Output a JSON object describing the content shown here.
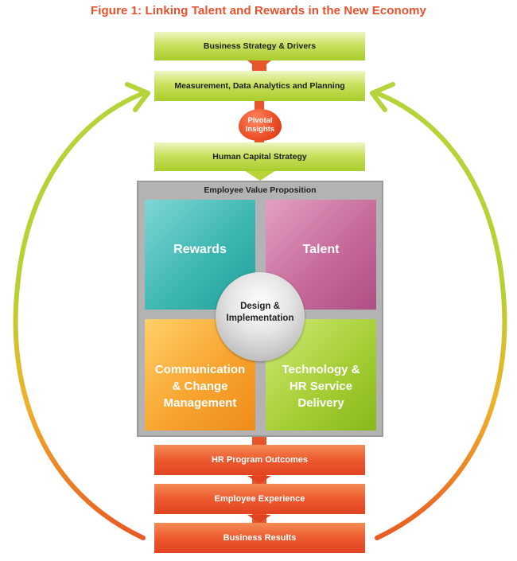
{
  "title": "Figure 1: Linking Talent and Rewards in the New Economy",
  "top_bars": {
    "strategy": "Business Strategy & Drivers",
    "measurement": "Measurement, Data Analytics and Planning",
    "pivotal_line1": "Pivotal",
    "pivotal_line2": "Insights",
    "human_capital": "Human Capital Strategy"
  },
  "evp": {
    "label": "Employee Value Proposition",
    "rewards": "Rewards",
    "talent": "Talent",
    "communication_l1": "Communication",
    "communication_l2": "& Change",
    "communication_l3": "Management",
    "technology_l1": "Technology &",
    "technology_l2": "HR Service",
    "technology_l3": "Delivery",
    "design_l1": "Design &",
    "design_l2": "Implementation"
  },
  "bottom_bars": {
    "outcomes": "HR Program Outcomes",
    "experience": "Employee Experience",
    "results": "Business Results"
  },
  "colors": {
    "title": "#e8502b",
    "green": "#a9cc2c",
    "orange": "#e14321",
    "teal": "#3db7b2",
    "pink": "#c76b9b",
    "amber": "#f8a42f",
    "lime": "#a6cf36"
  }
}
